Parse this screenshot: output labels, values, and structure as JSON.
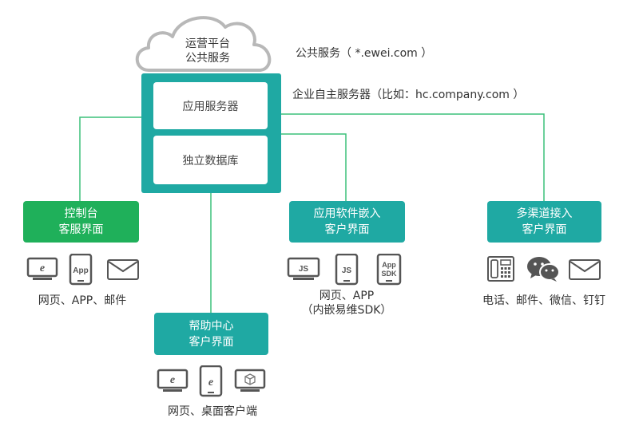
{
  "colors": {
    "green": "#1fb05a",
    "teal": "#1fa9a3",
    "line": "#3cc07a",
    "cloud_stroke": "#b8b8b8",
    "icon": "#555555"
  },
  "cloud": {
    "line1": "运营平台",
    "line2": "公共服务"
  },
  "public_service_label": "公共服务（ *.ewei.com ）",
  "enterprise_server_label": "企业自主服务器（比如：hc.company.com ）",
  "server": {
    "app_server": "应用服务器",
    "database": "独立数据库"
  },
  "nodes": {
    "console": {
      "line1": "控制台",
      "line2": "客服界面",
      "caption": "网页、APP、邮件",
      "icons": [
        "browser-icon",
        "app-phone-icon",
        "mail-icon"
      ],
      "app_text": "App"
    },
    "help_center": {
      "line1": "帮助中心",
      "line2": "客户界面",
      "caption": "网页、桌面客户端",
      "icons": [
        "browser-icon",
        "mobile-browser-icon",
        "desktop-client-icon"
      ]
    },
    "embedded": {
      "line1": "应用软件嵌入",
      "line2": "客户界面",
      "caption1": "网页、APP",
      "caption2": "（内嵌易维SDK）",
      "icons": [
        "js-browser-icon",
        "js-phone-icon",
        "app-sdk-icon"
      ],
      "js_text": "JS",
      "sdk_text1": "App",
      "sdk_text2": "SDK"
    },
    "multichannel": {
      "line1": "多渠道接入",
      "line2": "客户界面",
      "caption": "电话、邮件、微信、钉钉",
      "icons": [
        "phone-icon",
        "wechat-icon",
        "mail-icon"
      ]
    }
  }
}
